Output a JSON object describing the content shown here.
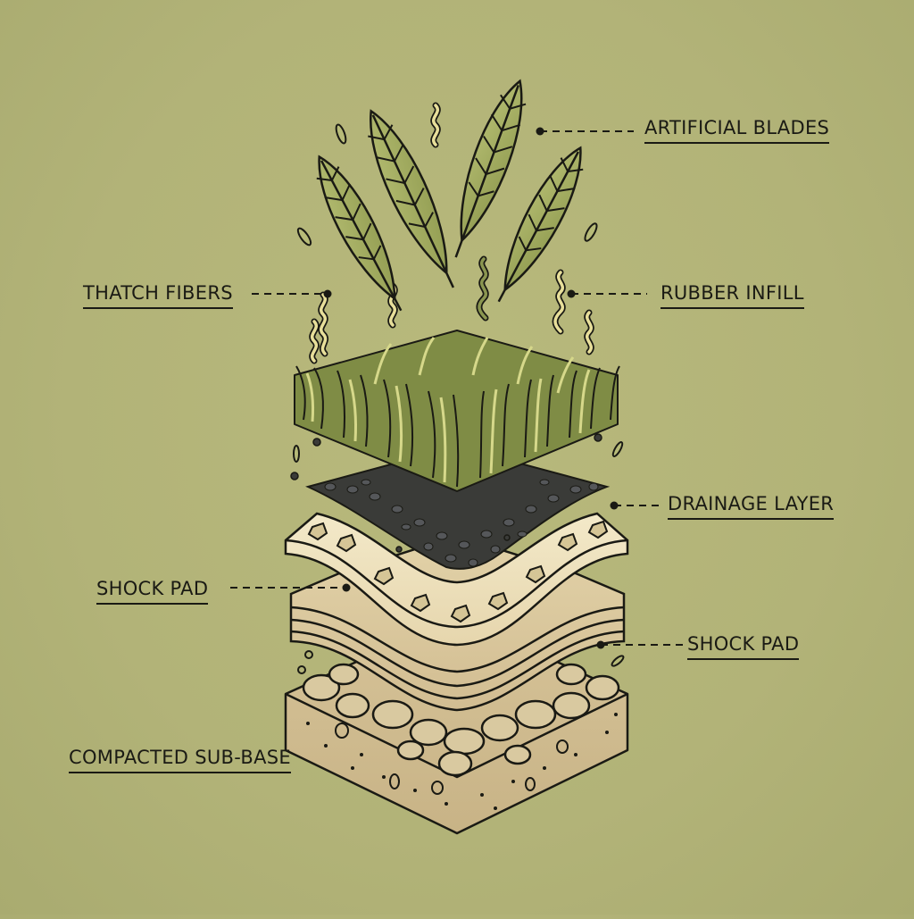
{
  "diagram": {
    "subject": "Artificial turf layered cross-section (exploded view)",
    "background_color": "#b4b57a",
    "colors": {
      "outline": "#1a1a14",
      "blade_fill": "#a4ad62",
      "grass_dark": "#6f7d3a",
      "grass_light": "#d6d88a",
      "infill": "#3a3b38",
      "shock_pad_top": "#efe3c0",
      "shock_pad_layers": "#d9c79e",
      "sub_base": "#cdb98e"
    },
    "labels": [
      {
        "id": "artificial-blades",
        "text": "ARTIFICIAL BLADES",
        "side": "right"
      },
      {
        "id": "thatch-fibers",
        "text": "THATCH FIBERS",
        "side": "left"
      },
      {
        "id": "rubber-infill",
        "text": "RUBBER INFILL",
        "side": "right"
      },
      {
        "id": "drainage-layer",
        "text": "DRAINAGE LAYER",
        "side": "right"
      },
      {
        "id": "shock-pad-left",
        "text": "SHOCK PAD",
        "side": "left"
      },
      {
        "id": "shock-pad-right",
        "text": "SHOCK PAD",
        "side": "right"
      },
      {
        "id": "compacted-sub-base",
        "text": "COMPACTED SUB-BASE",
        "side": "left"
      }
    ]
  }
}
